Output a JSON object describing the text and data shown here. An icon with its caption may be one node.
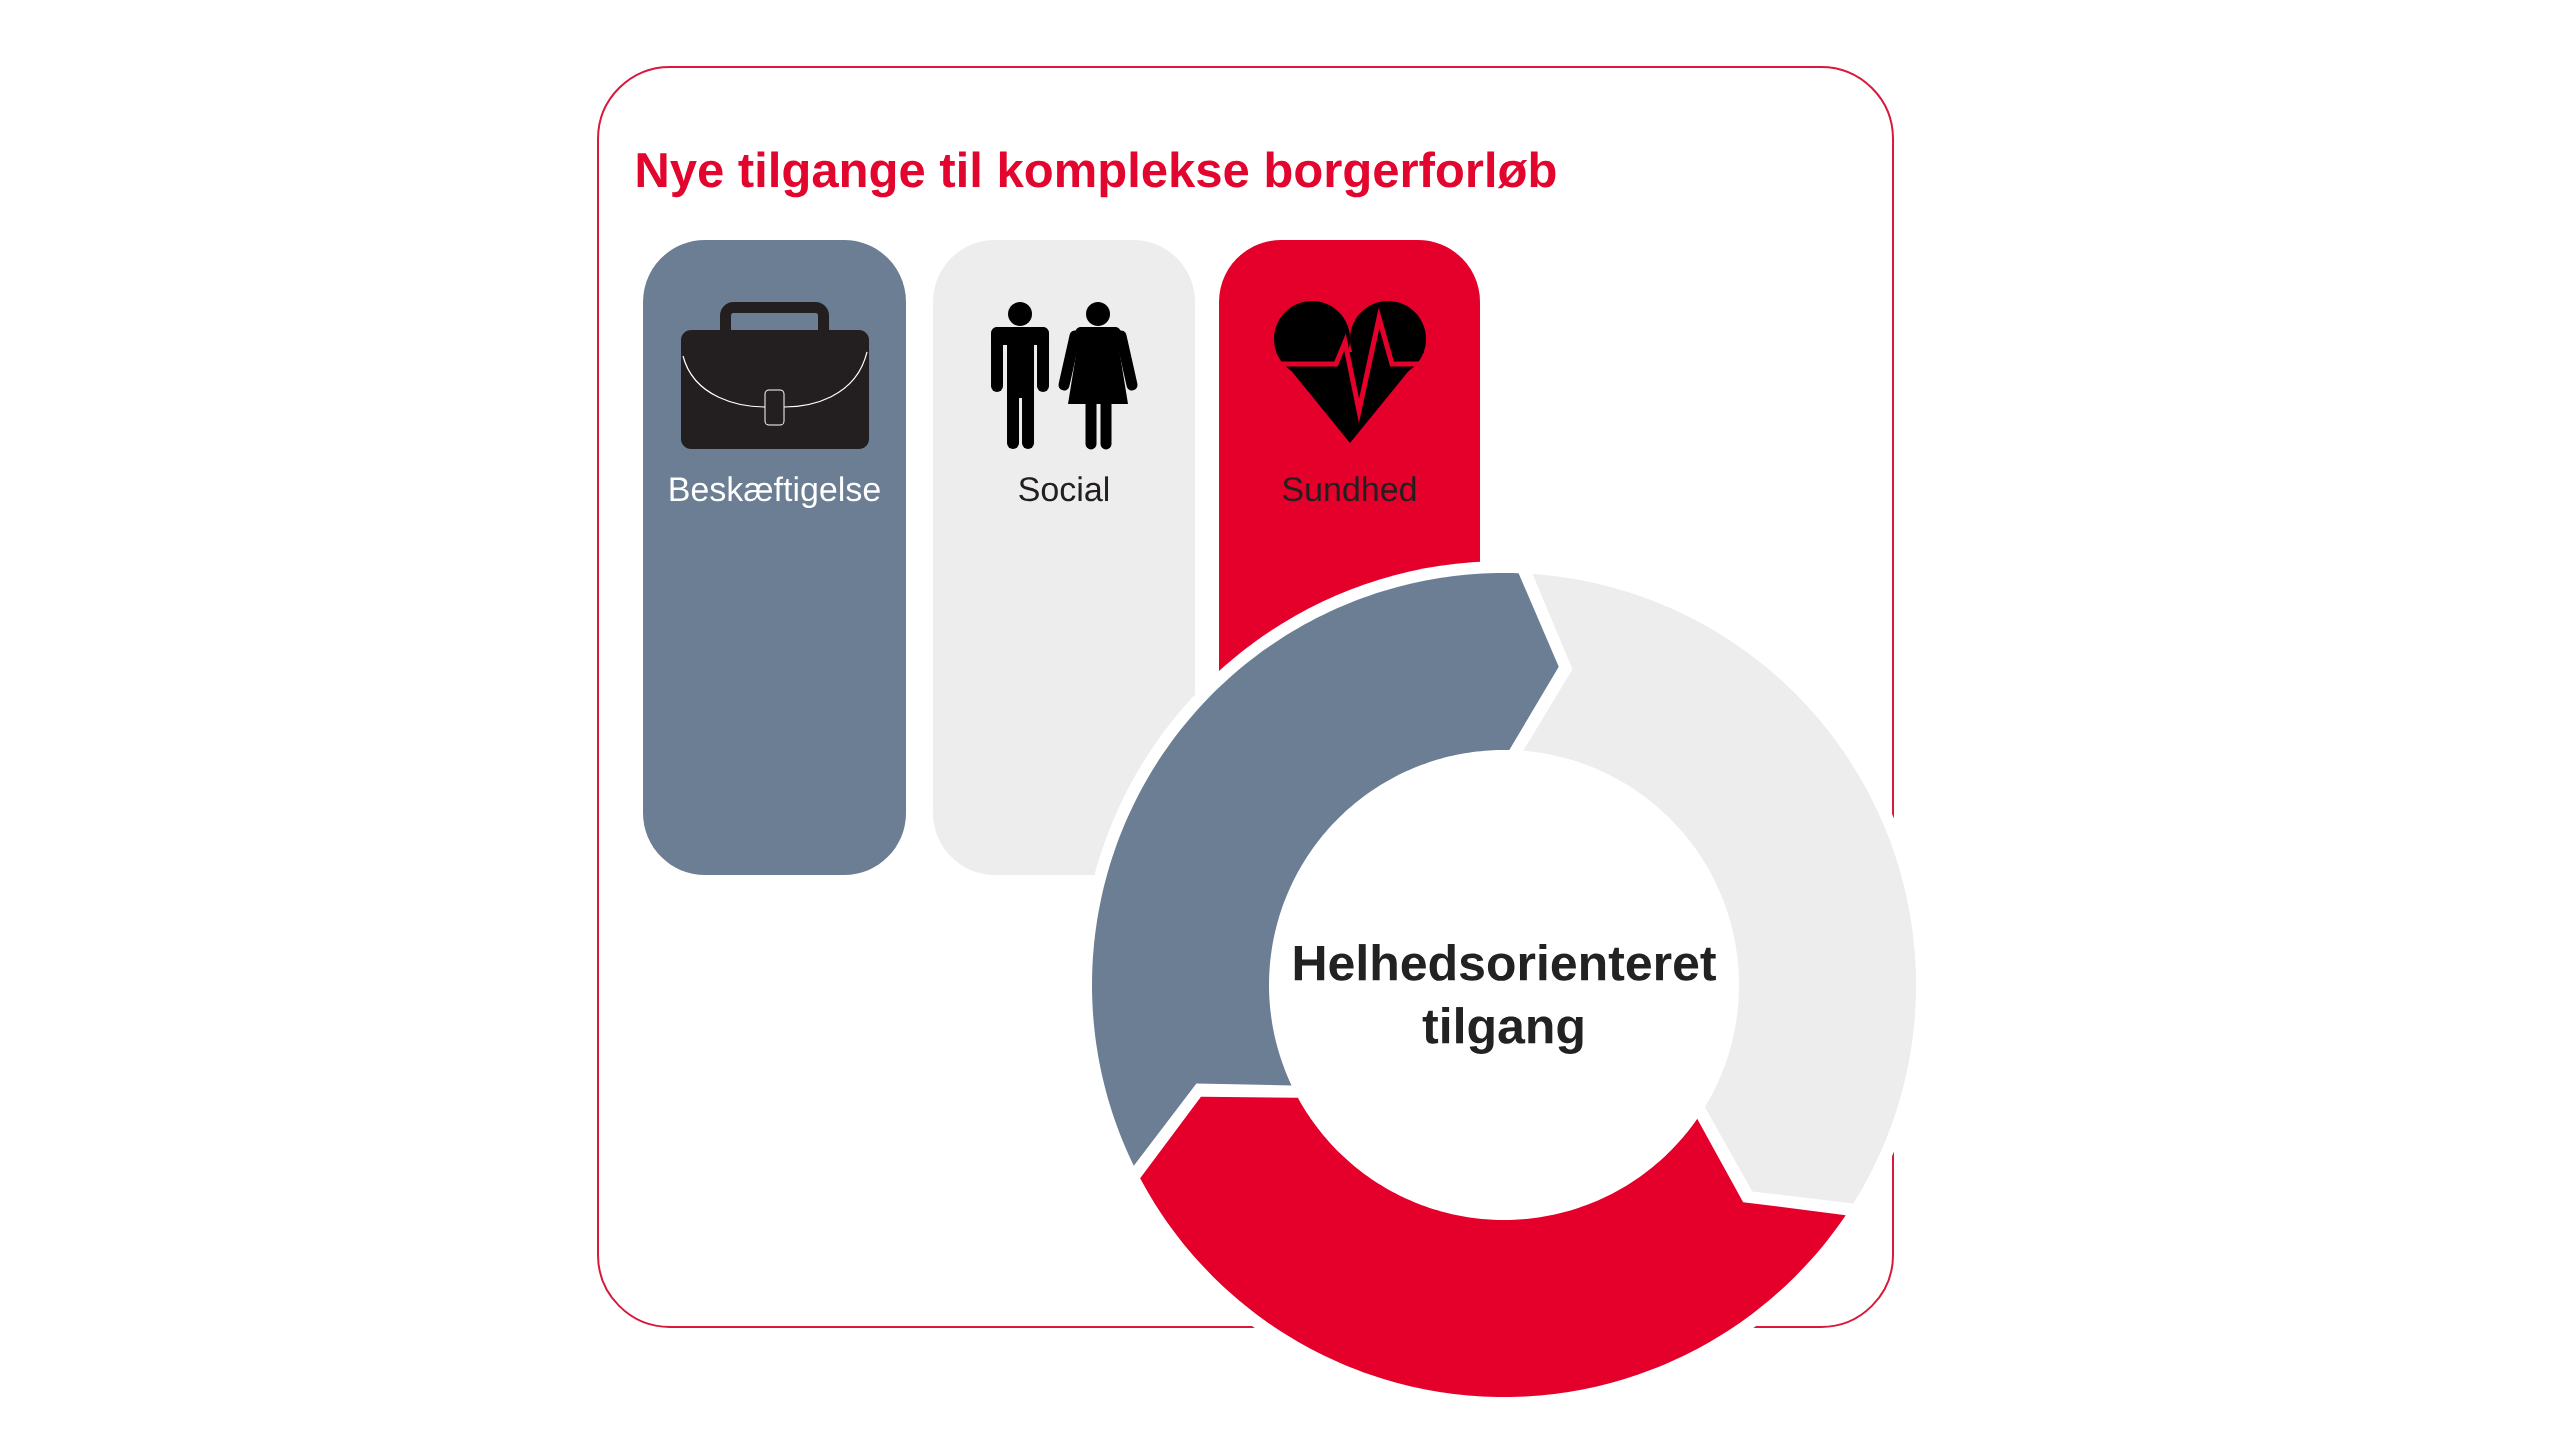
{
  "diagram": {
    "title": "Nye tilgange til komplekse borgerforløb",
    "nodes": [
      {
        "text": [
          "Beskæftigelse"
        ]
      },
      {
        "text": [
          "Social"
        ]
      },
      {
        "text": [
          "Sundhed"
        ]
      },
      {
        "text": [
          "Helhedsorienteret tilgang"
        ]
      }
    ]
  }
}
